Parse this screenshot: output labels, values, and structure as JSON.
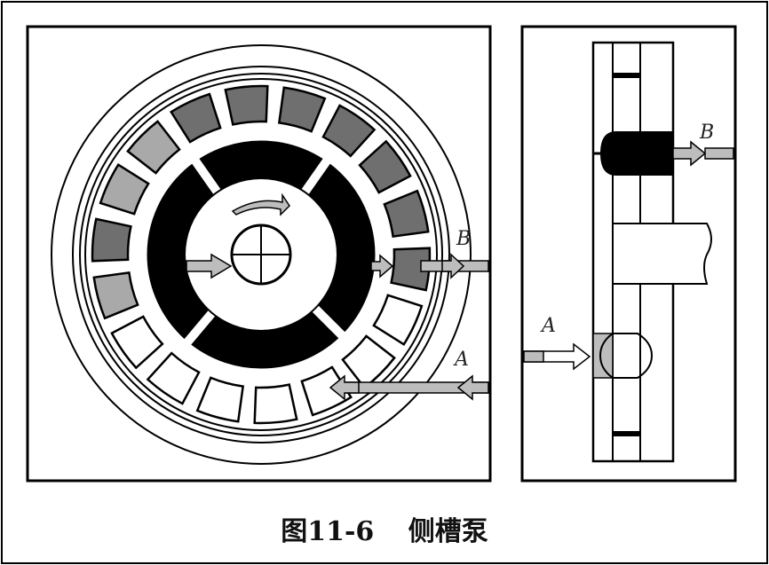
{
  "caption": {
    "figure_number": "图11-6",
    "title": "侧槽泵"
  },
  "labels": {
    "outlet": "B",
    "inlet": "A"
  },
  "colors": {
    "rotor_chamber": "#000000",
    "dark_cells": "#6f6f6f",
    "mid_cells": "#a9a9a9",
    "flow_arrow": "#bdbdbd",
    "line": "#000000",
    "background": "#ffffff"
  },
  "cells": {
    "dark_count": 8,
    "mid_count": 3,
    "light_count": 7
  }
}
